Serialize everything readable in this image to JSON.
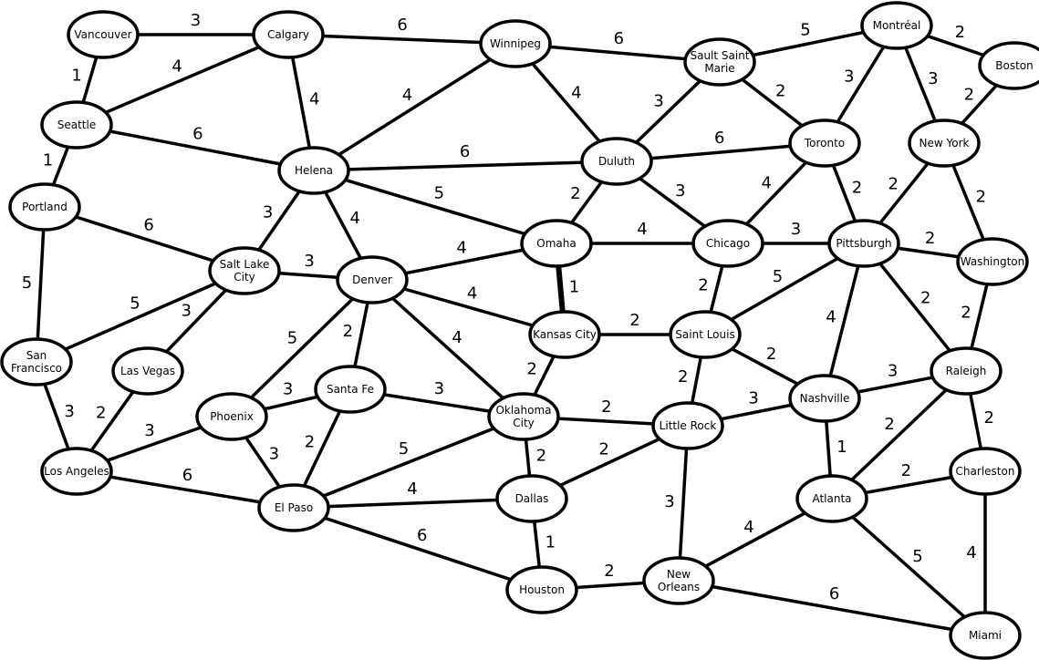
{
  "graph": {
    "nodes": [
      {
        "id": "vancouver",
        "lines": [
          "Vancouver"
        ]
      },
      {
        "id": "calgary",
        "lines": [
          "Calgary"
        ]
      },
      {
        "id": "winnipeg",
        "lines": [
          "Winnipeg"
        ]
      },
      {
        "id": "sault",
        "lines": [
          "Sault Saint",
          "Marie"
        ]
      },
      {
        "id": "montreal",
        "lines": [
          "Montréal"
        ]
      },
      {
        "id": "boston",
        "lines": [
          "Boston"
        ]
      },
      {
        "id": "seattle",
        "lines": [
          "Seattle"
        ]
      },
      {
        "id": "helena",
        "lines": [
          "Helena"
        ]
      },
      {
        "id": "duluth",
        "lines": [
          "Duluth"
        ]
      },
      {
        "id": "toronto",
        "lines": [
          "Toronto"
        ]
      },
      {
        "id": "newyork",
        "lines": [
          "New York"
        ]
      },
      {
        "id": "portland",
        "lines": [
          "Portland"
        ]
      },
      {
        "id": "saltlake",
        "lines": [
          "Salt Lake",
          "City"
        ]
      },
      {
        "id": "omaha",
        "lines": [
          "Omaha"
        ]
      },
      {
        "id": "chicago",
        "lines": [
          "Chicago"
        ]
      },
      {
        "id": "pittsburgh",
        "lines": [
          "Pittsburgh"
        ]
      },
      {
        "id": "washington",
        "lines": [
          "Washington"
        ]
      },
      {
        "id": "denver",
        "lines": [
          "Denver"
        ]
      },
      {
        "id": "kansascity",
        "lines": [
          "Kansas City"
        ]
      },
      {
        "id": "saintlouis",
        "lines": [
          "Saint Louis"
        ]
      },
      {
        "id": "sanfrancisco",
        "lines": [
          "San",
          "Francisco"
        ]
      },
      {
        "id": "lasvegas",
        "lines": [
          "Las Vegas"
        ]
      },
      {
        "id": "raleigh",
        "lines": [
          "Raleigh"
        ]
      },
      {
        "id": "santafe",
        "lines": [
          "Santa Fe"
        ]
      },
      {
        "id": "nashville",
        "lines": [
          "Nashville"
        ]
      },
      {
        "id": "phoenix",
        "lines": [
          "Phoenix"
        ]
      },
      {
        "id": "oklahomacity",
        "lines": [
          "Oklahoma",
          "City"
        ]
      },
      {
        "id": "littlerock",
        "lines": [
          "Little Rock"
        ]
      },
      {
        "id": "losangeles",
        "lines": [
          "Los Angeles"
        ]
      },
      {
        "id": "charleston",
        "lines": [
          "Charleston"
        ]
      },
      {
        "id": "atlanta",
        "lines": [
          "Atlanta"
        ]
      },
      {
        "id": "elpaso",
        "lines": [
          "El Paso"
        ]
      },
      {
        "id": "dallas",
        "lines": [
          "Dallas"
        ]
      },
      {
        "id": "houston",
        "lines": [
          "Houston"
        ]
      },
      {
        "id": "neworleans",
        "lines": [
          "New",
          "Orleans"
        ]
      },
      {
        "id": "miami",
        "lines": [
          "Miami"
        ]
      }
    ],
    "edges": [
      {
        "a": "vancouver",
        "b": "calgary",
        "w": "3"
      },
      {
        "a": "vancouver",
        "b": "seattle",
        "w": "1"
      },
      {
        "a": "calgary",
        "b": "seattle",
        "w": "4"
      },
      {
        "a": "calgary",
        "b": "winnipeg",
        "w": "6"
      },
      {
        "a": "calgary",
        "b": "helena",
        "w": "4"
      },
      {
        "a": "winnipeg",
        "b": "sault",
        "w": "6"
      },
      {
        "a": "winnipeg",
        "b": "helena",
        "w": "4"
      },
      {
        "a": "winnipeg",
        "b": "duluth",
        "w": "4"
      },
      {
        "a": "sault",
        "b": "montreal",
        "w": "5"
      },
      {
        "a": "sault",
        "b": "duluth",
        "w": "3"
      },
      {
        "a": "sault",
        "b": "toronto",
        "w": "2"
      },
      {
        "a": "montreal",
        "b": "boston",
        "w": "2"
      },
      {
        "a": "montreal",
        "b": "toronto",
        "w": "3"
      },
      {
        "a": "montreal",
        "b": "newyork",
        "w": "3"
      },
      {
        "a": "boston",
        "b": "newyork",
        "w": "2"
      },
      {
        "a": "seattle",
        "b": "portland",
        "w": "1"
      },
      {
        "a": "seattle",
        "b": "helena",
        "w": "6"
      },
      {
        "a": "helena",
        "b": "duluth",
        "w": "6"
      },
      {
        "a": "helena",
        "b": "saltlake",
        "w": "3"
      },
      {
        "a": "helena",
        "b": "denver",
        "w": "4"
      },
      {
        "a": "helena",
        "b": "omaha",
        "w": "5"
      },
      {
        "a": "duluth",
        "b": "toronto",
        "w": "6"
      },
      {
        "a": "duluth",
        "b": "omaha",
        "w": "2"
      },
      {
        "a": "duluth",
        "b": "chicago",
        "w": "3"
      },
      {
        "a": "toronto",
        "b": "chicago",
        "w": "4"
      },
      {
        "a": "toronto",
        "b": "pittsburgh",
        "w": "2"
      },
      {
        "a": "newyork",
        "b": "pittsburgh",
        "w": "2"
      },
      {
        "a": "newyork",
        "b": "washington",
        "w": "2"
      },
      {
        "a": "portland",
        "b": "saltlake",
        "w": "6"
      },
      {
        "a": "portland",
        "b": "sanfrancisco",
        "w": "5"
      },
      {
        "a": "saltlake",
        "b": "denver",
        "w": "3"
      },
      {
        "a": "saltlake",
        "b": "sanfrancisco",
        "w": "5"
      },
      {
        "a": "saltlake",
        "b": "lasvegas",
        "w": "3"
      },
      {
        "a": "omaha",
        "b": "chicago",
        "w": "4"
      },
      {
        "a": "omaha",
        "b": "denver",
        "w": "4"
      },
      {
        "a": "omaha",
        "b": "kansascity",
        "w": "1",
        "thick": true
      },
      {
        "a": "chicago",
        "b": "pittsburgh",
        "w": "3"
      },
      {
        "a": "chicago",
        "b": "saintlouis",
        "w": "2"
      },
      {
        "a": "pittsburgh",
        "b": "washington",
        "w": "2"
      },
      {
        "a": "pittsburgh",
        "b": "saintlouis",
        "w": "5"
      },
      {
        "a": "pittsburgh",
        "b": "nashville",
        "w": "4"
      },
      {
        "a": "pittsburgh",
        "b": "raleigh",
        "w": "2"
      },
      {
        "a": "washington",
        "b": "raleigh",
        "w": "2"
      },
      {
        "a": "denver",
        "b": "kansascity",
        "w": "4"
      },
      {
        "a": "denver",
        "b": "oklahomacity",
        "w": "4"
      },
      {
        "a": "denver",
        "b": "santafe",
        "w": "2"
      },
      {
        "a": "denver",
        "b": "phoenix",
        "w": "5"
      },
      {
        "a": "kansascity",
        "b": "saintlouis",
        "w": "2"
      },
      {
        "a": "kansascity",
        "b": "oklahomacity",
        "w": "2"
      },
      {
        "a": "saintlouis",
        "b": "littlerock",
        "w": "2"
      },
      {
        "a": "saintlouis",
        "b": "nashville",
        "w": "2"
      },
      {
        "a": "sanfrancisco",
        "b": "losangeles",
        "w": "3"
      },
      {
        "a": "lasvegas",
        "b": "losangeles",
        "w": "2"
      },
      {
        "a": "raleigh",
        "b": "nashville",
        "w": "3"
      },
      {
        "a": "raleigh",
        "b": "atlanta",
        "w": "2"
      },
      {
        "a": "raleigh",
        "b": "charleston",
        "w": "2"
      },
      {
        "a": "santafe",
        "b": "phoenix",
        "w": "3"
      },
      {
        "a": "santafe",
        "b": "oklahomacity",
        "w": "3"
      },
      {
        "a": "santafe",
        "b": "elpaso",
        "w": "2"
      },
      {
        "a": "nashville",
        "b": "littlerock",
        "w": "3"
      },
      {
        "a": "nashville",
        "b": "atlanta",
        "w": "1"
      },
      {
        "a": "phoenix",
        "b": "losangeles",
        "w": "3"
      },
      {
        "a": "phoenix",
        "b": "elpaso",
        "w": "3"
      },
      {
        "a": "oklahomacity",
        "b": "littlerock",
        "w": "2"
      },
      {
        "a": "oklahomacity",
        "b": "dallas",
        "w": "2"
      },
      {
        "a": "oklahomacity",
        "b": "elpaso",
        "w": "5"
      },
      {
        "a": "littlerock",
        "b": "dallas",
        "w": "2"
      },
      {
        "a": "littlerock",
        "b": "neworleans",
        "w": "3"
      },
      {
        "a": "losangeles",
        "b": "elpaso",
        "w": "6"
      },
      {
        "a": "charleston",
        "b": "atlanta",
        "w": "2"
      },
      {
        "a": "charleston",
        "b": "miami",
        "w": "4"
      },
      {
        "a": "atlanta",
        "b": "neworleans",
        "w": "4"
      },
      {
        "a": "atlanta",
        "b": "miami",
        "w": "5"
      },
      {
        "a": "elpaso",
        "b": "dallas",
        "w": "4"
      },
      {
        "a": "elpaso",
        "b": "houston",
        "w": "6"
      },
      {
        "a": "dallas",
        "b": "houston",
        "w": "1"
      },
      {
        "a": "houston",
        "b": "neworleans",
        "w": "2"
      },
      {
        "a": "neworleans",
        "b": "miami",
        "w": "6"
      }
    ]
  }
}
